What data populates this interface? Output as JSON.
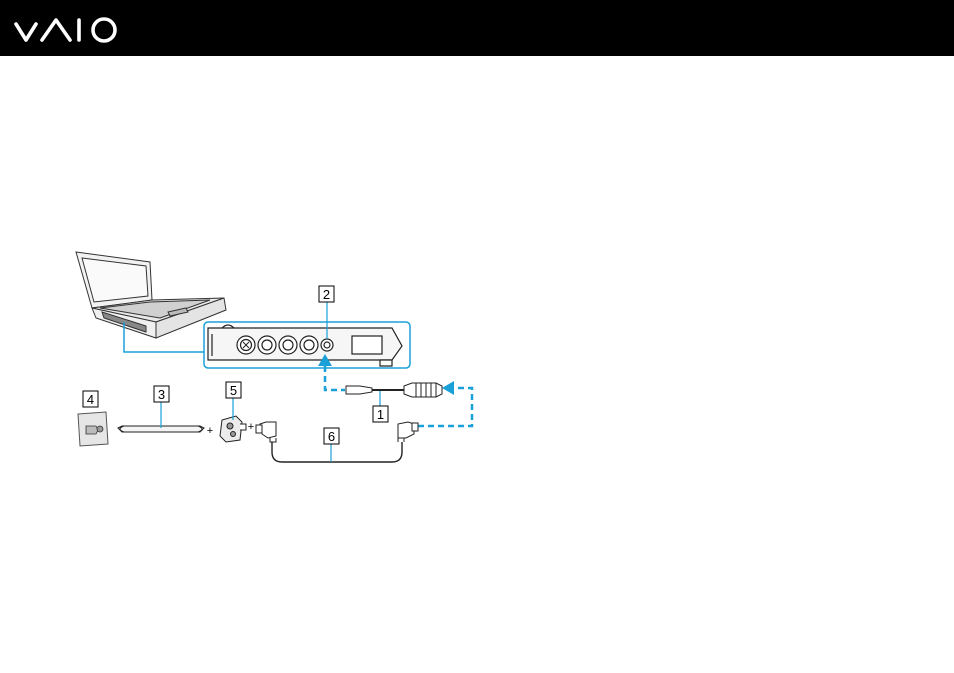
{
  "header": {
    "logo_icon": "vaio-logo",
    "background": "#000000",
    "logo_color": "#ffffff"
  },
  "figure": {
    "accent_color": "#1aa0d8",
    "callouts": [
      "1",
      "2",
      "3",
      "4",
      "5",
      "6"
    ],
    "plus_signs": [
      "+",
      "+"
    ]
  }
}
